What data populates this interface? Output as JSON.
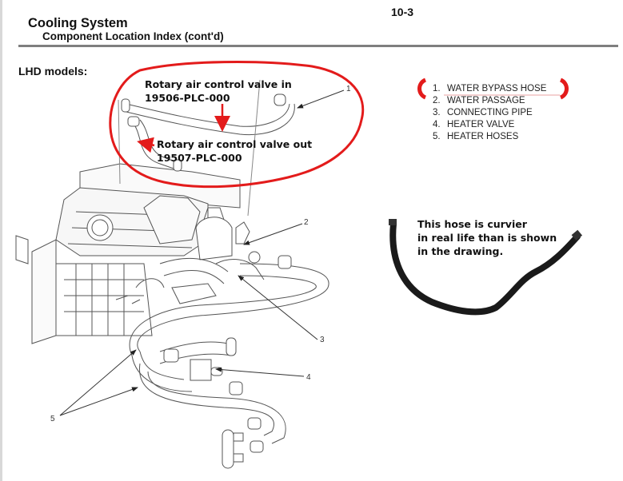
{
  "header": {
    "title": "Cooling System",
    "subtitle": "Component Location Index (cont'd)",
    "page_number": "10-3"
  },
  "section_label": "LHD models:",
  "annotations": {
    "valve_in": {
      "line1": "Rotary air control valve in",
      "line2": "19506-PLC-000"
    },
    "valve_out": {
      "line1": "Rotary air control valve out",
      "line2": "19507-PLC-000"
    },
    "note": {
      "line1": "This hose is curvier",
      "line2": "in real life than is shown",
      "line3": "in the drawing."
    },
    "highlight_color": "#e31b1b"
  },
  "legend": {
    "items": [
      {
        "number": "1.",
        "label": "WATER BYPASS HOSE",
        "highlighted": true
      },
      {
        "number": "2.",
        "label": "WATER PASSAGE"
      },
      {
        "number": "3.",
        "label": "CONNECTING PIPE"
      },
      {
        "number": "4.",
        "label": "HEATER VALVE"
      },
      {
        "number": "5.",
        "label": "HEATER HOSES"
      }
    ]
  },
  "callouts": [
    "1",
    "2",
    "3",
    "4",
    "5"
  ]
}
